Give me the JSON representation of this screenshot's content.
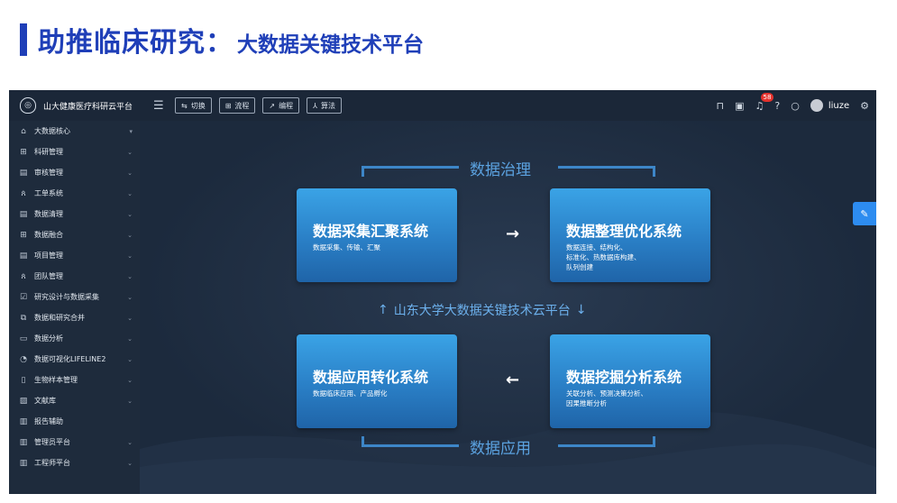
{
  "slide": {
    "title_main": "助推临床研究：",
    "title_sub": "大数据关键技术平台"
  },
  "topbar": {
    "brand": "山大健康医疗科研云平台",
    "buttons": [
      {
        "icon": "switch-icon",
        "label": "切换"
      },
      {
        "icon": "flow-icon",
        "label": "流程"
      },
      {
        "icon": "code-icon",
        "label": "编程"
      },
      {
        "icon": "algorithm-icon",
        "label": "算法"
      }
    ],
    "notification_count": "58",
    "username": "liuze"
  },
  "sidebar": {
    "items": [
      {
        "icon": "home-icon",
        "label": "大数据核心"
      },
      {
        "icon": "grid-icon",
        "label": "科研管理"
      },
      {
        "icon": "list-icon",
        "label": "审核管理"
      },
      {
        "icon": "people-icon",
        "label": "工单系统"
      },
      {
        "icon": "list-icon",
        "label": "数据清理"
      },
      {
        "icon": "grid-icon",
        "label": "数据融合"
      },
      {
        "icon": "list-icon",
        "label": "项目管理"
      },
      {
        "icon": "people-icon",
        "label": "团队管理"
      },
      {
        "icon": "form-icon",
        "label": "研究设计与数据采集"
      },
      {
        "icon": "merge-icon",
        "label": "数据和研究合并"
      },
      {
        "icon": "calendar-icon",
        "label": "数据分析"
      },
      {
        "icon": "pie-icon",
        "label": "数据可视化LIFELINE2"
      },
      {
        "icon": "document-icon",
        "label": "生物样本管理"
      },
      {
        "icon": "book-icon",
        "label": "文献库"
      },
      {
        "icon": "report-icon",
        "label": "报告辅助"
      },
      {
        "icon": "report-icon",
        "label": "管理员平台"
      },
      {
        "icon": "report-icon",
        "label": "工程师平台"
      }
    ]
  },
  "diagram": {
    "top_label": "数据治理",
    "bottom_label": "数据应用",
    "center_label": "山东大学大数据关键技术云平台",
    "boxes": [
      {
        "title": "数据采集汇聚系统",
        "desc": [
          "数据采集、传输、汇聚"
        ]
      },
      {
        "title": "数据整理优化系统",
        "desc": [
          "数据连接、结构化、",
          "标准化、热数据库构建、",
          "队列创建"
        ]
      },
      {
        "title": "数据应用转化系统",
        "desc": [
          "数据临床应用、产品孵化"
        ]
      },
      {
        "title": "数据挖掘分析系统",
        "desc": [
          "关联分析、预测决策分析、",
          "因果推断分析"
        ]
      }
    ]
  },
  "colors": {
    "title_blue": "#1f3fb8",
    "box_blue": "#2a7fc6",
    "label_blue": "#5ba2e0",
    "badge_red": "#e5322d"
  }
}
